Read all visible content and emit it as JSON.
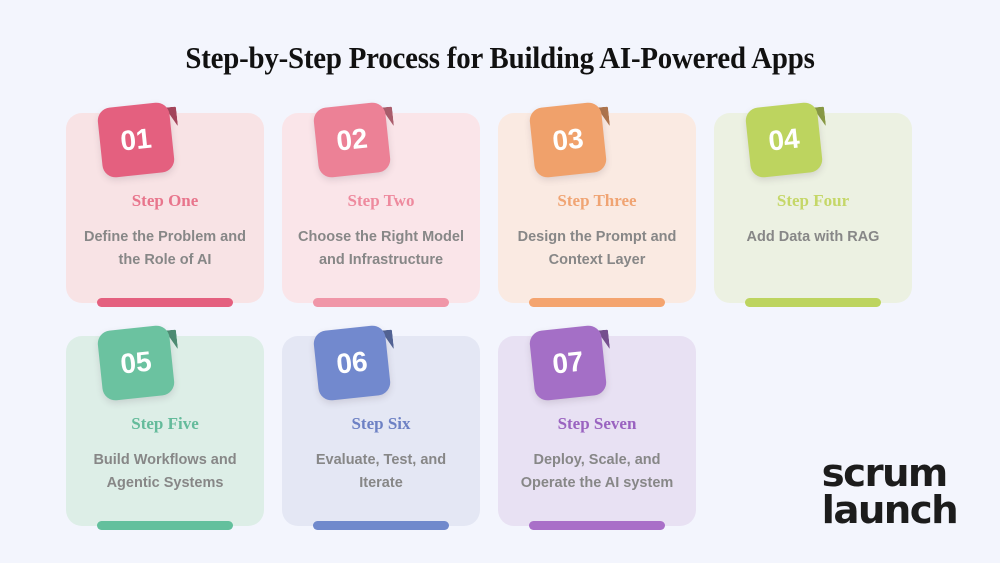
{
  "background_color": "#f3f5fd",
  "title": "Step-by-Step Process for Building AI-Powered Apps",
  "logo": {
    "line1": "scrum",
    "line2": "launch"
  },
  "cards": [
    {
      "number": "01",
      "step_title": "Step One",
      "description": "Define the Problem and the Role of AI",
      "accent": "#e4607f",
      "title_color": "#e8758c",
      "card_bg": "#f8e3e5",
      "bar_color": "#e4607f",
      "texture": false
    },
    {
      "number": "02",
      "step_title": "Step Two",
      "description": "Choose the Right Model and Infrastructure",
      "accent": "#ec8196",
      "title_color": "#ee8a9e",
      "card_bg": "#fae5e9",
      "bar_color": "#f096a8",
      "texture": true
    },
    {
      "number": "03",
      "step_title": "Step Three",
      "description": "Design the Prompt and Context Layer",
      "accent": "#f0a16b",
      "title_color": "#f0a473",
      "card_bg": "#faeae2",
      "bar_color": "#f4a46f",
      "texture": false
    },
    {
      "number": "04",
      "step_title": "Step Four",
      "description": "Add Data with RAG",
      "accent": "#bdd45f",
      "title_color": "#c5d768",
      "card_bg": "#ecf1e2",
      "bar_color": "#bdd45f",
      "texture": false
    },
    {
      "number": "05",
      "step_title": "Step Five",
      "description": "Build Workflows and Agentic Systems",
      "accent": "#6bc2a0",
      "title_color": "#64bb9b",
      "card_bg": "#ddeee7",
      "bar_color": "#63c09d",
      "texture": false
    },
    {
      "number": "06",
      "step_title": "Step Six",
      "description": "Evaluate, Test, and Iterate",
      "accent": "#7289ce",
      "title_color": "#6d81c4",
      "card_bg": "#e4e7f4",
      "bar_color": "#7089cc",
      "texture": true
    },
    {
      "number": "07",
      "step_title": "Step Seven",
      "description": "Deploy, Scale, and Operate the AI system",
      "accent": "#a46fc6",
      "title_color": "#9a63c0",
      "card_bg": "#e8e1f3",
      "bar_color": "#a96fc8",
      "texture": false
    }
  ]
}
